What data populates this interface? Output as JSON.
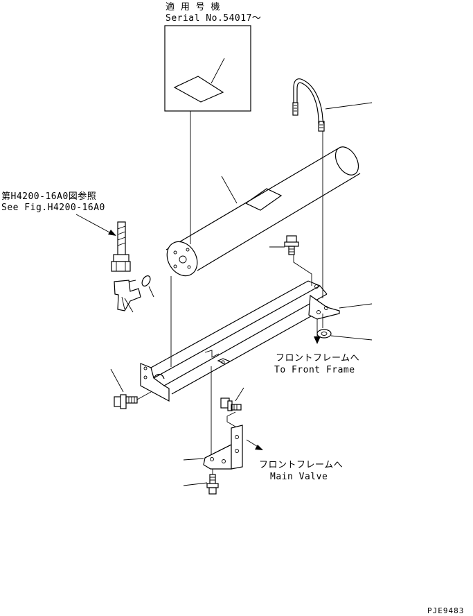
{
  "serial_box": {
    "line1": "適 用 号 機",
    "line2": "Serial No.54017～"
  },
  "ref_note": {
    "line1": "第H4200-16A0図参照",
    "line2": "See Fig.H4200-16A0"
  },
  "to_front_frame": {
    "jp": "フロントフレームへ",
    "en": "To Front Frame"
  },
  "to_main_valve": {
    "jp": "フロントフレームへ",
    "en": "Main Valve"
  },
  "drawing_code": "PJE9483"
}
